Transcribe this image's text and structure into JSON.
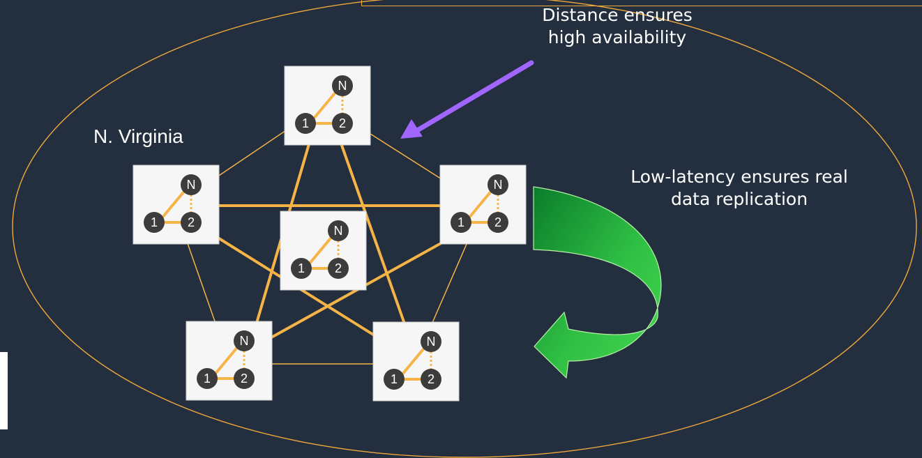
{
  "region_label": "N. Virginia",
  "annotations": {
    "distance": "Distance ensures high availability",
    "latency": "Low-latency ensures real data replication"
  },
  "node_labels": {
    "n": "N",
    "one": "1",
    "two": "2"
  },
  "colors": {
    "background": "#232f3e",
    "link": "#f6b447",
    "node_circle": "#3c3c3c",
    "box_fill": "#f6f6f6",
    "arrow_distance": "#a166ff",
    "arrow_latency_light": "#3bd14a",
    "arrow_latency_dark": "#0b7d2b"
  },
  "icons": [
    "cluster-node-icon",
    "distance-arrow-icon",
    "curved-replication-arrow-icon"
  ]
}
